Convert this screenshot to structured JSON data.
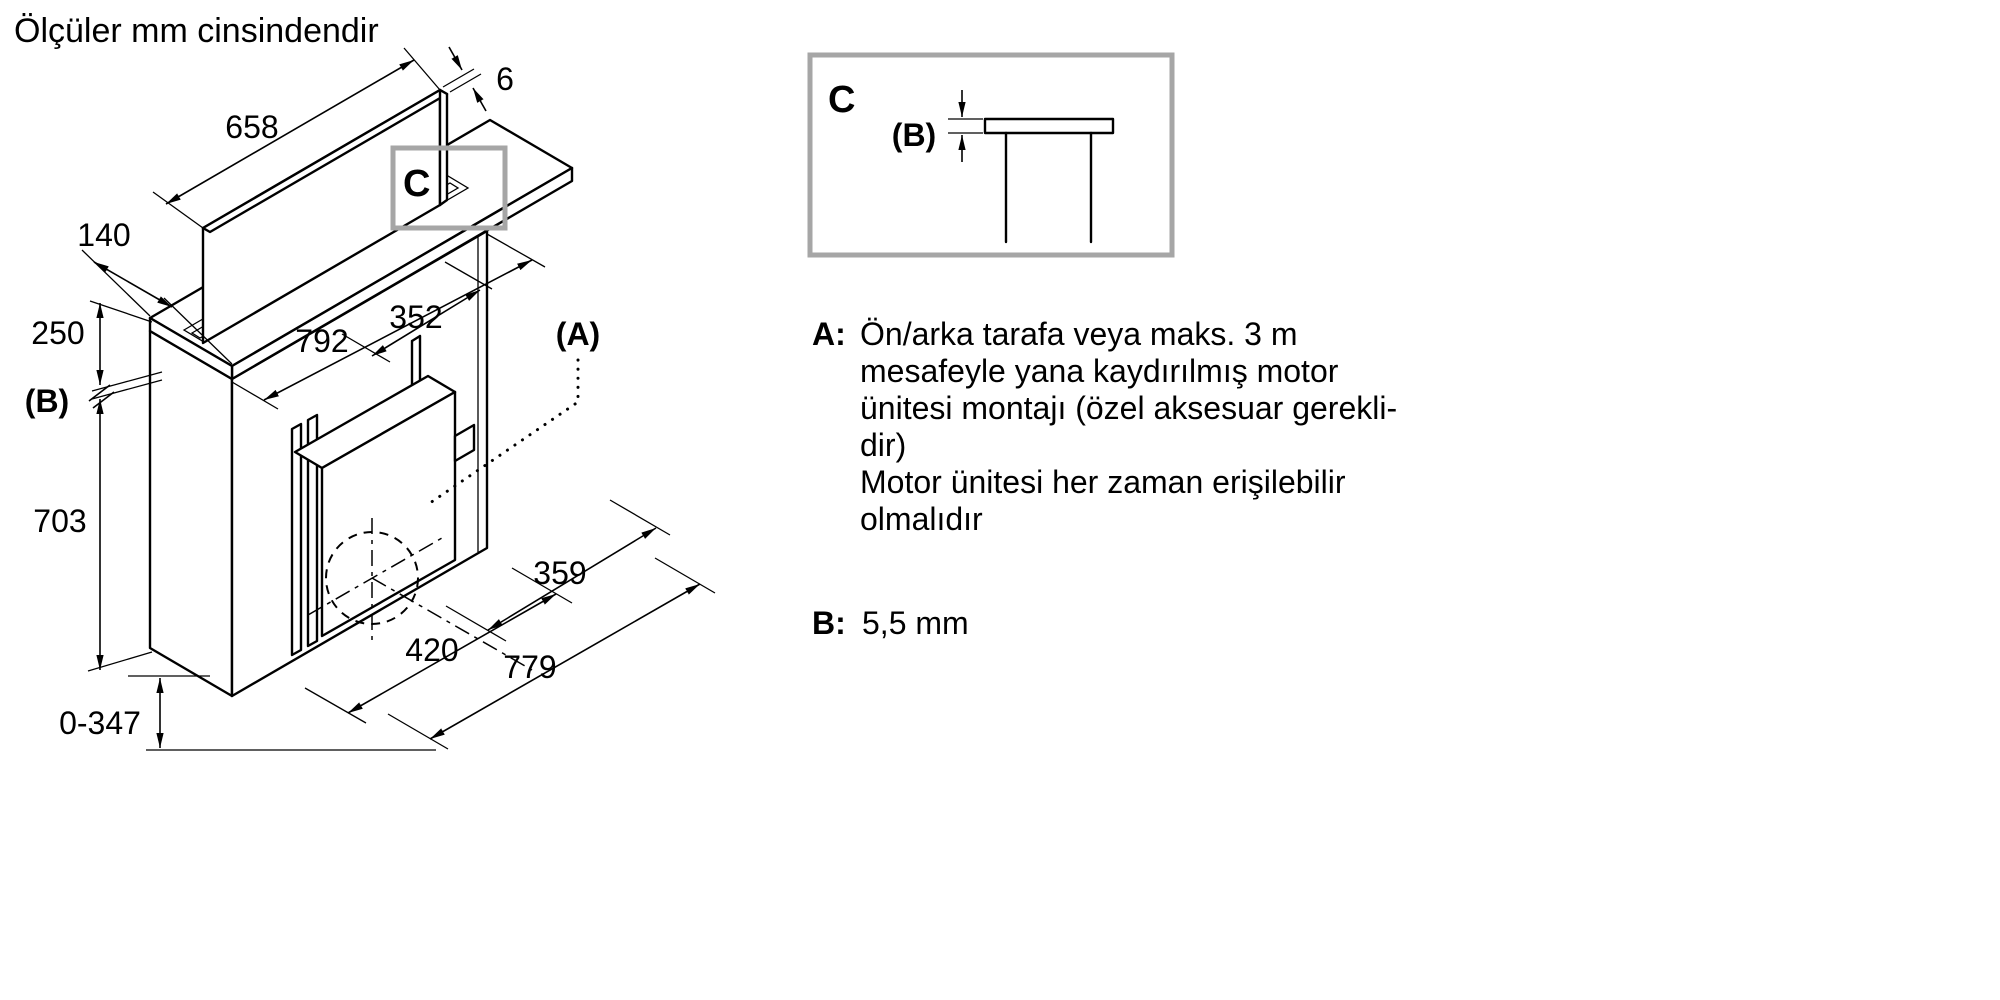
{
  "title": "Ölçüler mm cinsindendir",
  "colors": {
    "line": "#000000",
    "highlight_box": "#a6a6a6"
  },
  "diagram": {
    "dims": {
      "glass_width": "658",
      "glass_thickness": "6",
      "depth": "140",
      "top_height": "250",
      "body_height": "703",
      "body_width": "792",
      "inner_width": "352",
      "side_depth": "359",
      "motor_width": "420",
      "bottom_width": "779",
      "telescopic_range": "0-347"
    },
    "labels": {
      "a": "(A)",
      "b": "(B)",
      "c": "C"
    }
  },
  "detail": {
    "label": "C",
    "dim_label": "(B)"
  },
  "notes": {
    "a": {
      "key": "A:",
      "lines": [
        "Ön/arka tarafa veya maks. 3 m",
        "mesafeyle yana kaydırılmış motor",
        "ünitesi montajı (özel aksesuar gerekli-",
        "dir)",
        "Motor ünitesi her zaman erişilebilir",
        "olmalıdır"
      ]
    },
    "b": {
      "key": "B:",
      "value": "5,5 mm"
    }
  }
}
